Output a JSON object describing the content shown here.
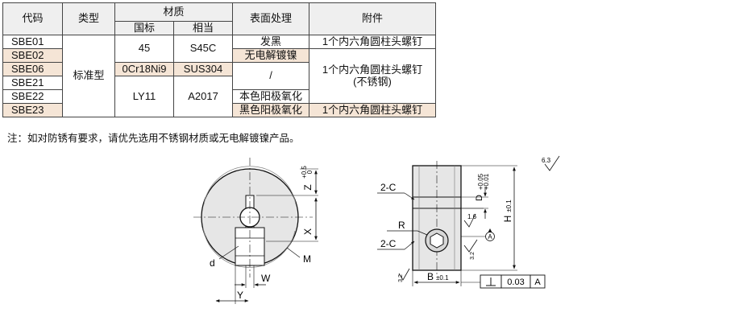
{
  "table": {
    "headers": {
      "code": "代码",
      "type": "类型",
      "material": "材质",
      "material_gb": "国标",
      "material_eq": "相当",
      "surface": "表面处理",
      "accessory": "附件"
    },
    "codes": [
      "SBE01",
      "SBE02",
      "SBE06",
      "SBE21",
      "SBE22",
      "SBE23"
    ],
    "type": "标准型",
    "materials": {
      "gb_45": "45",
      "eq_s45c": "S45C",
      "gb_0cr18ni9": "0Cr18Ni9",
      "eq_sus304": "SUS304",
      "gb_ly11": "LY11",
      "eq_a2017": "A2017"
    },
    "surfaces": {
      "sbe01": "发黑",
      "sbe02": "无电解镀镍",
      "sbe06": "/",
      "sbe22": "本色阳极氧化",
      "sbe23": "黑色阳极氧化"
    },
    "accessories": {
      "sbe01": "1个内六角圆柱头螺钉",
      "group_line1": "1个内六角圆柱头螺钉",
      "group_line2": "(不锈钢)",
      "sbe23": "1个内六角圆柱头螺钉"
    }
  },
  "note": "注：如对防锈有要求，请优先选用不锈钢材质或无电解镀镍产品。",
  "drawing": {
    "z_label": "Z",
    "z_tol_upper": "+0.5",
    "z_tol_lower": "0",
    "x_label": "X",
    "m_label": "M",
    "d_label": "d",
    "w_label": "W",
    "y_label": "Y",
    "c_upper": "2-C",
    "c_lower": "2-C",
    "r_label": "R",
    "d_dim": "D",
    "d_tol_upper": "+0.05",
    "d_tol_lower": "+0.01",
    "h_dim": "H",
    "h_tol": "±0.1",
    "b_dim": "B",
    "b_tol": "±0.1",
    "rough_top": "6.3",
    "rough_16": "1.6",
    "rough_32a": "3.2",
    "rough_32b": "3.2",
    "datum": "A",
    "fcf_tol": "0.03",
    "fcf_datum": "A"
  },
  "colors": {
    "highlight": "#f5e5d6",
    "header_bg": "#efefef",
    "part_fill": "#e6e6e6",
    "line": "#111111"
  }
}
